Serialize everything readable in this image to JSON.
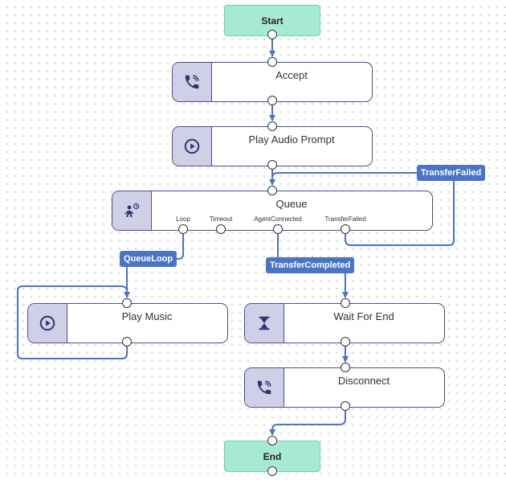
{
  "start": {
    "label": "Start"
  },
  "end": {
    "label": "End"
  },
  "nodes": {
    "accept": {
      "label": "Accept",
      "icon": "phone-ringing-icon"
    },
    "play_audio_prompt": {
      "label": "Play Audio Prompt",
      "icon": "play-icon"
    },
    "queue": {
      "label": "Queue",
      "icon": "agent-clock-icon",
      "outputs": [
        "Loop",
        "Timeout",
        "AgentConnected",
        "TransferFailed"
      ]
    },
    "play_music": {
      "label": "Play Music",
      "icon": "play-icon"
    },
    "wait_for_end": {
      "label": "Wait For End",
      "icon": "hourglass-icon"
    },
    "disconnect": {
      "label": "Disconnect",
      "icon": "phone-ringing-icon"
    }
  },
  "edge_labels": {
    "transfer_failed": "TransferFailed",
    "queue_loop": "QueueLoop",
    "transfer_completed": "TransferCompleted"
  },
  "colors": {
    "node_border": "#4b4f86",
    "icon_bg": "#cfd0e8",
    "icon_fg": "#2c3470",
    "terminal_bg": "#a6ead6",
    "connector": "#4a74c6",
    "tag_bg": "#4a74c6"
  }
}
